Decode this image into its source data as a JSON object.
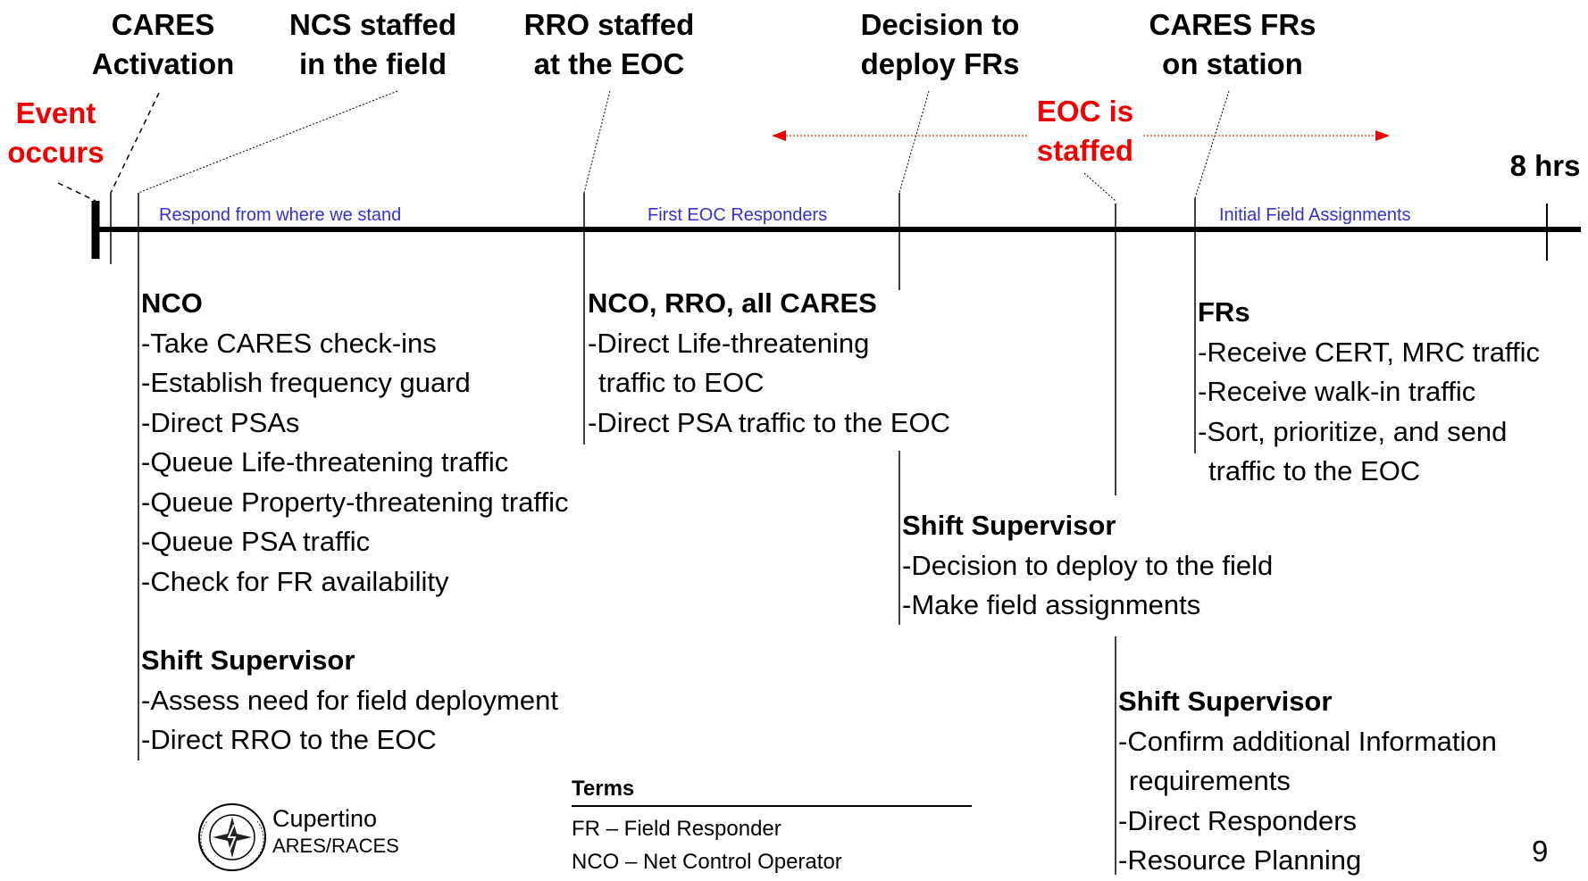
{
  "milestones": {
    "cares_activation": [
      "CARES",
      "Activation"
    ],
    "ncs_staffed": [
      "NCS staffed",
      "in the field"
    ],
    "rro_staffed": [
      "RRO staffed",
      "at the EOC"
    ],
    "decision_deploy": [
      "Decision to",
      "deploy FRs"
    ],
    "cares_frs": [
      "CARES FRs",
      "on station"
    ],
    "event_occurs": [
      "Event",
      "occurs"
    ],
    "eoc_staffed": [
      "EOC is",
      "staffed"
    ],
    "end_label": "8 hrs"
  },
  "phases": {
    "p1": "Respond from where we stand",
    "p2": "First EOC Responders",
    "p3": "Initial Field Assignments"
  },
  "blocks": {
    "nco": {
      "title": "NCO",
      "items": [
        "-Take CARES check-ins",
        "-Establish frequency guard",
        "-Direct PSAs",
        "-Queue Life-threatening traffic",
        "-Queue Property-threatening traffic",
        "-Queue PSA traffic",
        "-Check for FR availability"
      ]
    },
    "shift1": {
      "title": "Shift Supervisor",
      "items": [
        "-Assess need for field deployment",
        "-Direct RRO to the EOC"
      ]
    },
    "nco_rro": {
      "title": "NCO, RRO, all CARES",
      "items": [
        "-Direct Life-threatening",
        "traffic to EOC",
        "-Direct PSA traffic to the EOC"
      ]
    },
    "shift2": {
      "title": "Shift Supervisor",
      "items": [
        "-Decision to deploy to the field",
        "-Make field assignments"
      ]
    },
    "frs": {
      "title": "FRs",
      "items": [
        "-Receive CERT, MRC traffic",
        "-Receive walk-in traffic",
        "-Sort, prioritize, and send",
        "traffic to the EOC"
      ]
    },
    "shift3": {
      "title": "Shift Supervisor",
      "items": [
        "-Confirm additional Information",
        "requirements",
        "-Direct Responders",
        "-Resource Planning"
      ]
    }
  },
  "terms": {
    "title": "Terms",
    "items": [
      "FR – Field Responder",
      "NCO – Net Control Operator"
    ]
  },
  "logo": {
    "name": "Cupertino",
    "sub": "ARES/RACES",
    "ring_text": "AMATEUR RADIO EMERGENCY SERVICE"
  },
  "page_number": "9",
  "colors": {
    "accent_red": "#ee0000",
    "phase_blue": "#3333cc"
  }
}
